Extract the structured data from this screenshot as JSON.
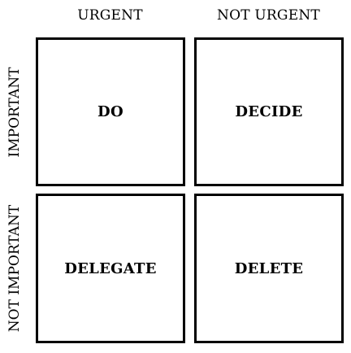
{
  "columns": {
    "urgent": "URGENT",
    "not_urgent": "NOT URGENT"
  },
  "rows": {
    "important": "IMPORTANT",
    "not_important": "NOT IMPORTANT"
  },
  "quadrants": {
    "do": "DO",
    "decide": "DECIDE",
    "delegate": "DELEGATE",
    "delete": "DELETE"
  }
}
